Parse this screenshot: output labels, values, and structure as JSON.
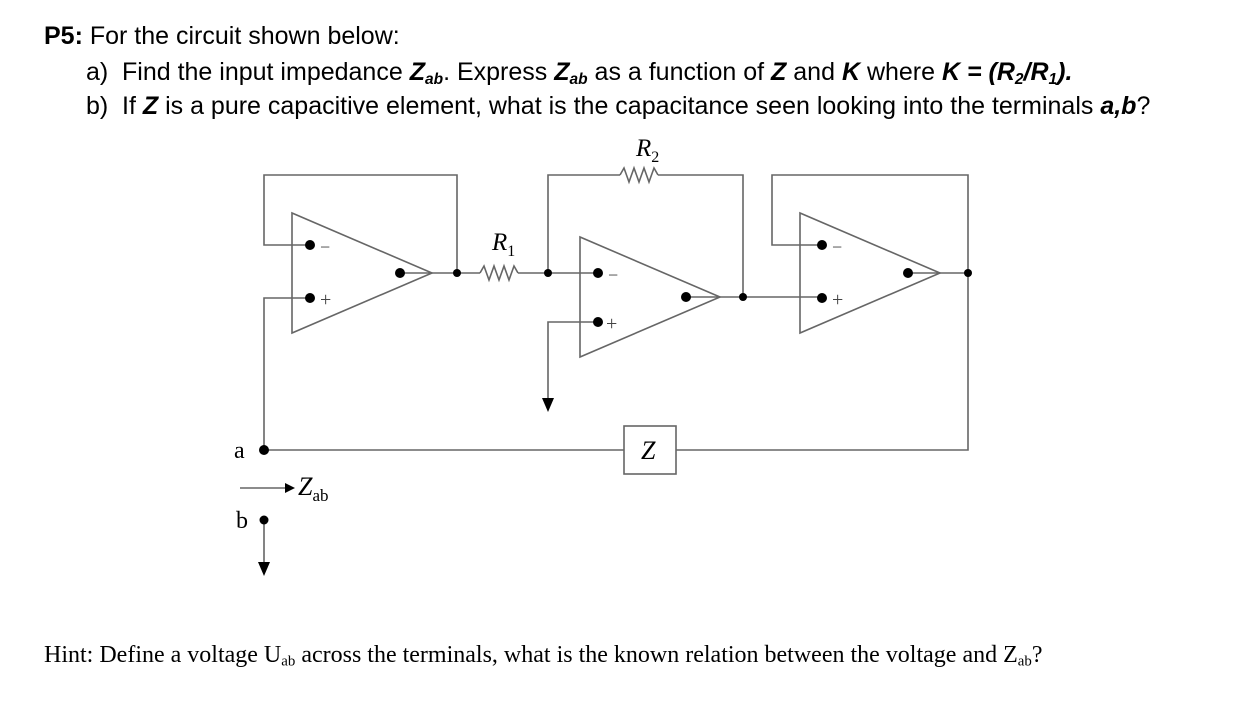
{
  "problem": {
    "title": "P5:",
    "intro": "For the circuit shown below:",
    "part_a": {
      "label": "a)",
      "t1": "Find the input impedance ",
      "zab_Z": "Z",
      "zab_sub": "ab",
      "t2": ". Express ",
      "t3": " as a function of ",
      "z": "Z",
      "t4": " and ",
      "k": "K",
      "t5": " where ",
      "k_def": "K = (R",
      "r2sub": "2",
      "slash_r": "/R",
      "r1sub": "1",
      "k_end": ")."
    },
    "part_b": {
      "label": "b)",
      "t1": "If ",
      "z": "Z",
      "t2": " is a pure capacitive element, what is the capacitance seen looking into the terminals ",
      "ab": "a,b",
      "t3": "?"
    }
  },
  "circuit": {
    "r2_main": "R",
    "r2_sub": "2",
    "r1_main": "R",
    "r1_sub": "1",
    "z_box": "Z",
    "terminal_a": "a",
    "terminal_b": "b",
    "zab_main": "Z",
    "zab_sub": "ab",
    "minus": "−",
    "plus": "+"
  },
  "hint": {
    "t1": "Hint: Define a voltage U",
    "u_sub": "ab",
    "t2": " across the terminals, what is the known relation between the voltage and Z",
    "z_sub": "ab",
    "t3": "?"
  }
}
